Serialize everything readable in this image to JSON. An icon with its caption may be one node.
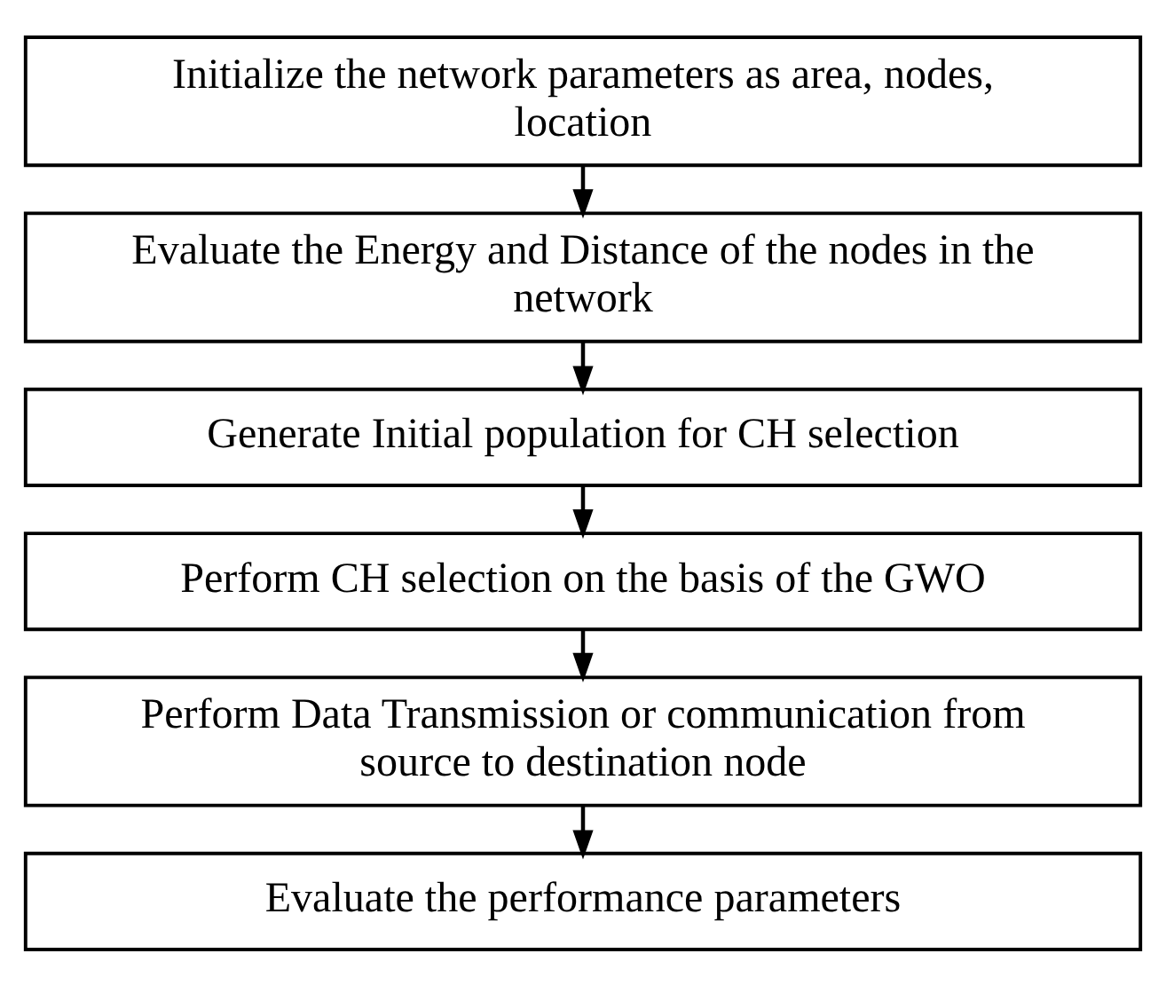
{
  "diagram": {
    "nodes": [
      {
        "text": [
          "Initialize the network parameters as area, nodes, location"
        ]
      },
      {
        "text": [
          "Evaluate the Energy and Distance of the nodes in the network"
        ]
      },
      {
        "text": [
          "Generate Initial population for CH selection"
        ]
      },
      {
        "text": [
          "Perform CH selection on the basis of the GWO"
        ]
      },
      {
        "text": [
          "Perform Data Transmission or communication from source to destination node"
        ]
      },
      {
        "text": [
          "Evaluate the performance parameters"
        ]
      }
    ],
    "edges": [
      {
        "from": 0,
        "to": 1,
        "arrow": "to"
      },
      {
        "from": 1,
        "to": 2,
        "arrow": "to"
      },
      {
        "from": 2,
        "to": 3,
        "arrow": "to"
      },
      {
        "from": 3,
        "to": 4,
        "arrow": "to"
      },
      {
        "from": 4,
        "to": 5,
        "arrow": "to"
      }
    ]
  }
}
